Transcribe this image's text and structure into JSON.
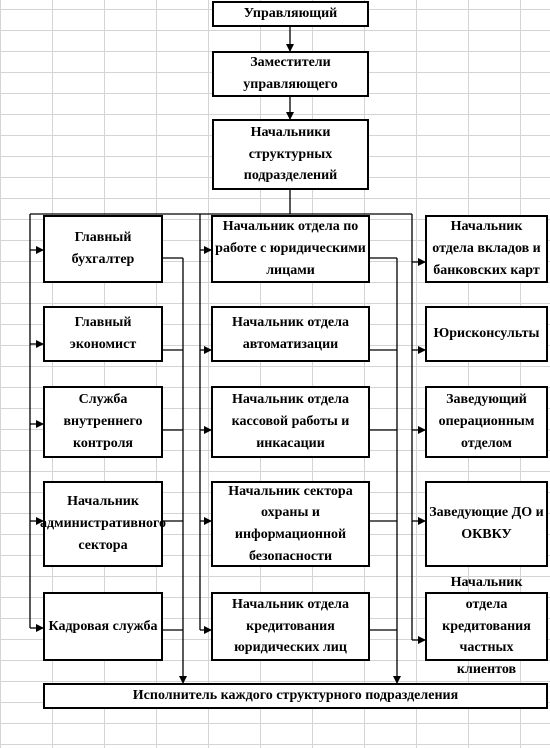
{
  "nodes": {
    "manager": "Управляющий",
    "deputies": "Заместители управляющего",
    "division_heads": "Начальники структурных подразделений",
    "chief_accountant": "Главный бухгалтер",
    "legal_entities_head": "Начальник отдела по работе с юридическими лицами",
    "deposits_cards_head": "Начальник отдела вкладов и банковских карт",
    "chief_economist": "Главный экономист",
    "automation_head": "Начальник отдела автоматизации",
    "legal_advisers": "Юрисконсульты",
    "internal_control": "Служба внутреннего контроля",
    "cash_collection_head": "Начальник отдела кассовой работы и инкасации",
    "operations_head": "Заведующий операционным отделом",
    "admin_sector_head": "Начальник административного сектора",
    "security_sector_head": "Начальник сектора охраны и информационной безопасности",
    "branches_head": "Заведующие ДО и ОКВКУ",
    "hr_service": "Кадровая служба",
    "corporate_credit_head": "Начальник отдела кредитования юридических лиц",
    "retail_credit_head": "Начальник отдела кредитования частных клиентов",
    "executor": "Исполнитель каждого структурного подразделения"
  }
}
